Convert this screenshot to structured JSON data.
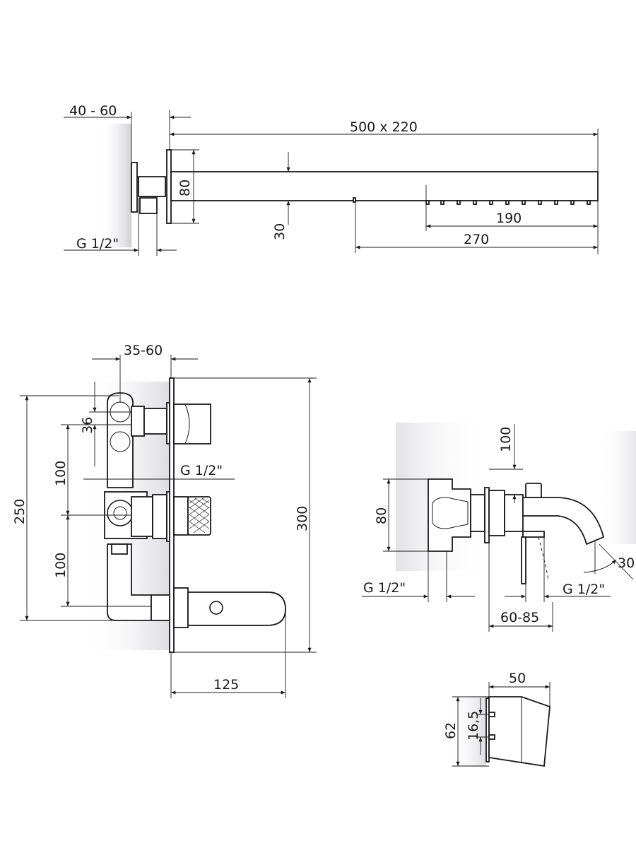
{
  "dimensions": {
    "shower_arm": {
      "wall_depth": "40 - 60",
      "length_width": "500 x 220",
      "height": "80",
      "offset": "30",
      "thread": "G 1/2\"",
      "nozzle_zone": "190",
      "outlet_zone": "270"
    },
    "concealed_mixer": {
      "wall_depth": "35-60",
      "spacing_small": "36",
      "spacing_upper": "100",
      "spacing_lower": "100",
      "thread": "G 1/2\"",
      "total_height": "250",
      "plate_height": "300",
      "handle_length": "125"
    },
    "bath_spout": {
      "height": "100",
      "body_height": "80",
      "thread_left": "G 1/2\"",
      "thread_right": "G 1/2\"",
      "projection": "60-85",
      "angle": "30"
    },
    "hand_shower_holder": {
      "width": "50",
      "height": "62",
      "hole_spacing": "16,5"
    }
  },
  "colors": {
    "line": "#1a1a1a",
    "wall_shadow": "#d8d8de"
  }
}
